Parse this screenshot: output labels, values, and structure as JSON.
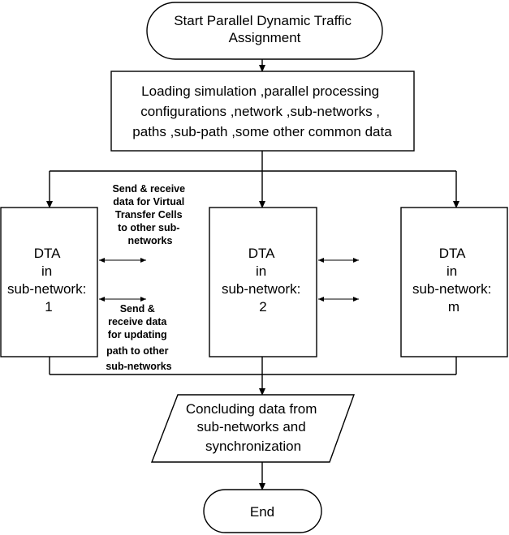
{
  "diagram": {
    "start_node": [
      "Start Parallel Dynamic Traffic",
      "Assignment"
    ],
    "loading_node": [
      "Loading simulation ,parallel processing",
      "configurations ,network ,sub-networks ,",
      "paths ,sub-path ,some other common data"
    ],
    "dta_1": [
      "DTA",
      "in",
      "sub-network:",
      "1"
    ],
    "dta_2": [
      "DTA",
      "in",
      "sub-network:",
      "2"
    ],
    "dta_m": [
      "DTA",
      "in",
      "sub-network:",
      "m"
    ],
    "note_vtc": [
      "Send & receive",
      "data for Virtual",
      "Transfer Cells",
      "to other sub-",
      "networks"
    ],
    "note_path": [
      "Send &",
      "receive data",
      "for updating",
      "path to other",
      "sub-networks"
    ],
    "concluding_node": [
      "Concluding data from",
      "sub-networks and",
      "synchronization"
    ],
    "end_node": [
      "End"
    ]
  }
}
